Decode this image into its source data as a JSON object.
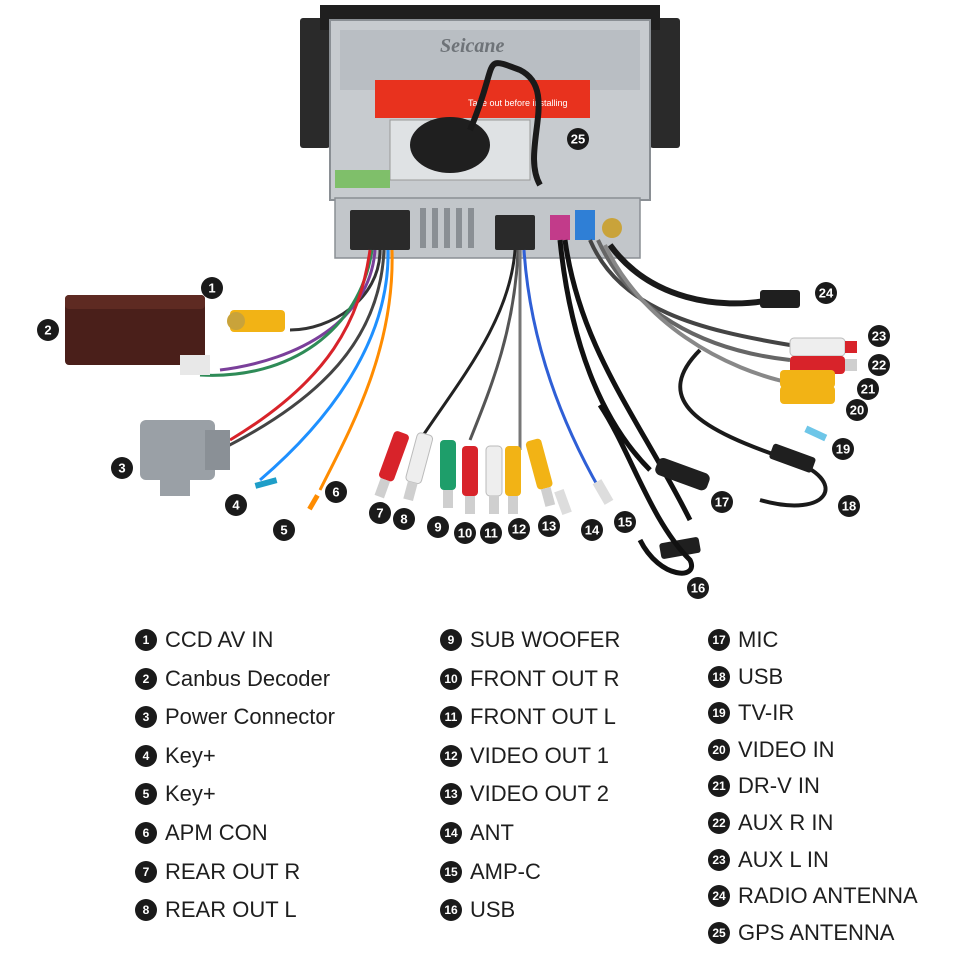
{
  "device": {
    "brand": "Seicane",
    "warning_text": "Take out    before installing"
  },
  "legend": [
    {
      "num": "1",
      "label": "CCD AV IN"
    },
    {
      "num": "2",
      "label": "Canbus Decoder"
    },
    {
      "num": "3",
      "label": "Power Connector"
    },
    {
      "num": "4",
      "label": "Key+"
    },
    {
      "num": "5",
      "label": "Key+"
    },
    {
      "num": "6",
      "label": "APM CON"
    },
    {
      "num": "7",
      "label": "REAR OUT R"
    },
    {
      "num": "8",
      "label": "REAR OUT L"
    },
    {
      "num": "9",
      "label": "SUB WOOFER"
    },
    {
      "num": "10",
      "label": "FRONT OUT R"
    },
    {
      "num": "11",
      "label": "FRONT OUT L"
    },
    {
      "num": "12",
      "label": "VIDEO OUT 1"
    },
    {
      "num": "13",
      "label": "VIDEO OUT 2"
    },
    {
      "num": "14",
      "label": "ANT"
    },
    {
      "num": "15",
      "label": "AMP-C"
    },
    {
      "num": "16",
      "label": "USB"
    },
    {
      "num": "17",
      "label": "MIC"
    },
    {
      "num": "18",
      "label": "USB"
    },
    {
      "num": "19",
      "label": "TV-IR"
    },
    {
      "num": "20",
      "label": "VIDEO IN"
    },
    {
      "num": "21",
      "label": "DR-V IN"
    },
    {
      "num": "22",
      "label": "AUX R IN"
    },
    {
      "num": "23",
      "label": "AUX L IN"
    },
    {
      "num": "24",
      "label": "RADIO ANTENNA"
    },
    {
      "num": "25",
      "label": "GPS ANTENNA"
    }
  ],
  "colors": {
    "badge": "#1a1a1a",
    "rca_red": "#d8232a",
    "rca_white": "#eeeeee",
    "rca_yellow": "#f2b315",
    "rca_green": "#1e9e6a",
    "canbus_box": "#4a1f1a",
    "power_connector": "#9aa0a6",
    "warning_label": "#e8321e",
    "chassis": "#c7cbcf"
  }
}
